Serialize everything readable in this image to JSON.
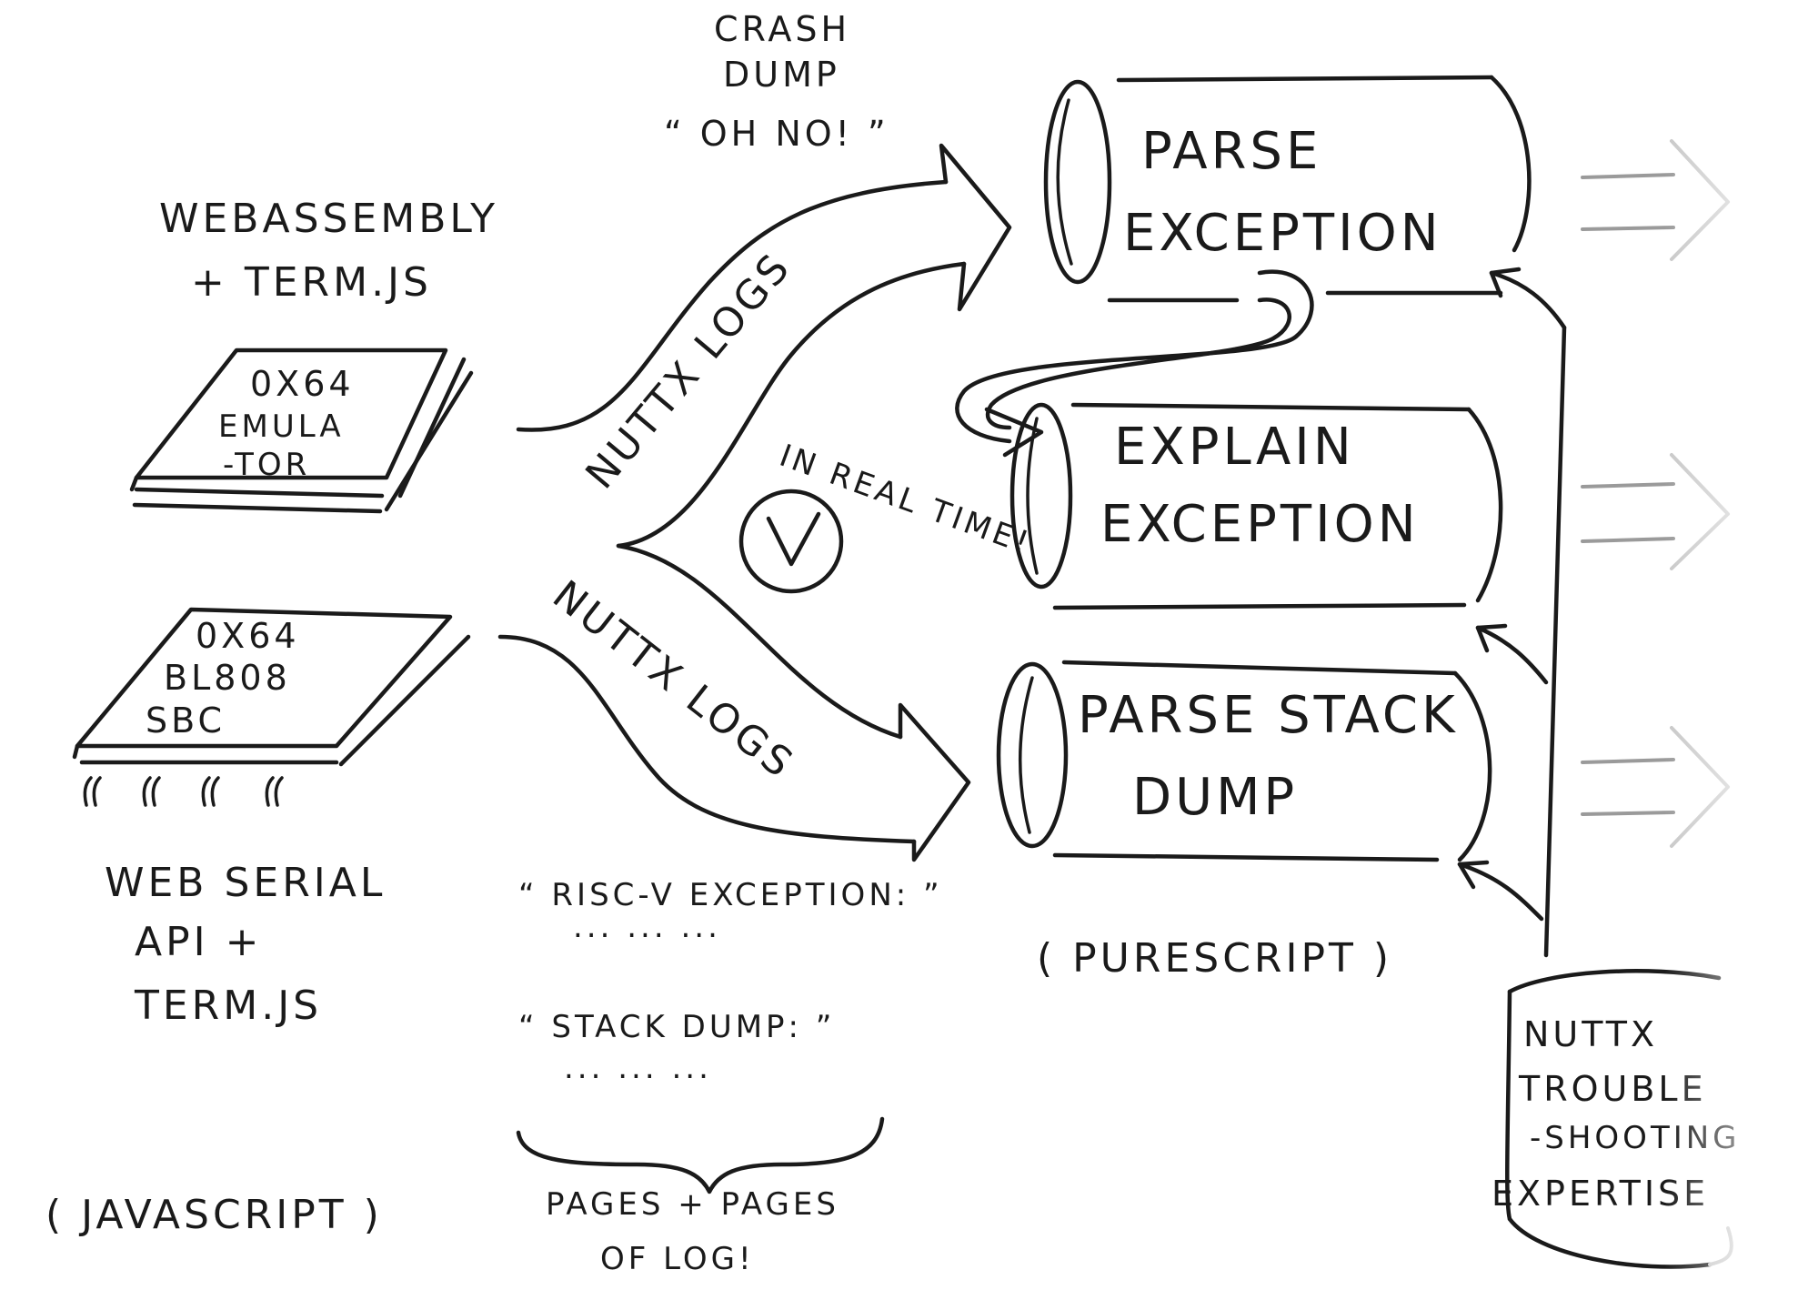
{
  "labels": {
    "crash_dump_1": "CRASH",
    "crash_dump_2": "DUMP",
    "oh_no": "“ OH NO! ”",
    "wasm_1": "WEBASSEMBLY",
    "wasm_2": "+ TERM.JS",
    "emulator_1": "0X64",
    "emulator_2": "EMULA",
    "emulator_3": "-TOR",
    "sbc_1": "0X64",
    "sbc_2": "BL808",
    "sbc_3": "SBC",
    "web_serial_1": "WEB SERIAL",
    "web_serial_2": "API +",
    "web_serial_3": "TERM.JS",
    "javascript": "( JAVASCRIPT )",
    "nuttx_logs_top": "NUTTX LOGS",
    "nuttx_logs_bottom": "NUTTX LOGS",
    "in_real_time": "IN REAL TIME!",
    "risc_v_exception": "“ RISC-V EXCEPTION: ”",
    "dots_1": "... ... ...",
    "stack_dump_quote": "“ STACK DUMP: ”",
    "dots_2": "... ... ...",
    "pages_1": "PAGES + PAGES",
    "pages_2": "OF LOG!",
    "parse_exception_1": "PARSE",
    "parse_exception_2": "EXCEPTION",
    "explain_exception_1": "EXPLAIN",
    "explain_exception_2": "EXCEPTION",
    "parse_stack_dump_1": "PARSE STACK",
    "parse_stack_dump_2": "DUMP",
    "purescript": "( PURESCRIPT )",
    "troubleshoot_1": "NUTTX",
    "troubleshoot_2": "TROUBLE",
    "troubleshoot_3": "-SHOOTING",
    "troubleshoot_4": "EXPERTISE"
  },
  "icons": {
    "realtime": "clock-icon",
    "emulator": "chip-board-icon",
    "sbc": "chip-board-icon",
    "database": "database-cylinder-icon"
  },
  "colors": {
    "ink": "#1a1a1a",
    "background": "#ffffff",
    "faded": "#c8c8c8"
  }
}
